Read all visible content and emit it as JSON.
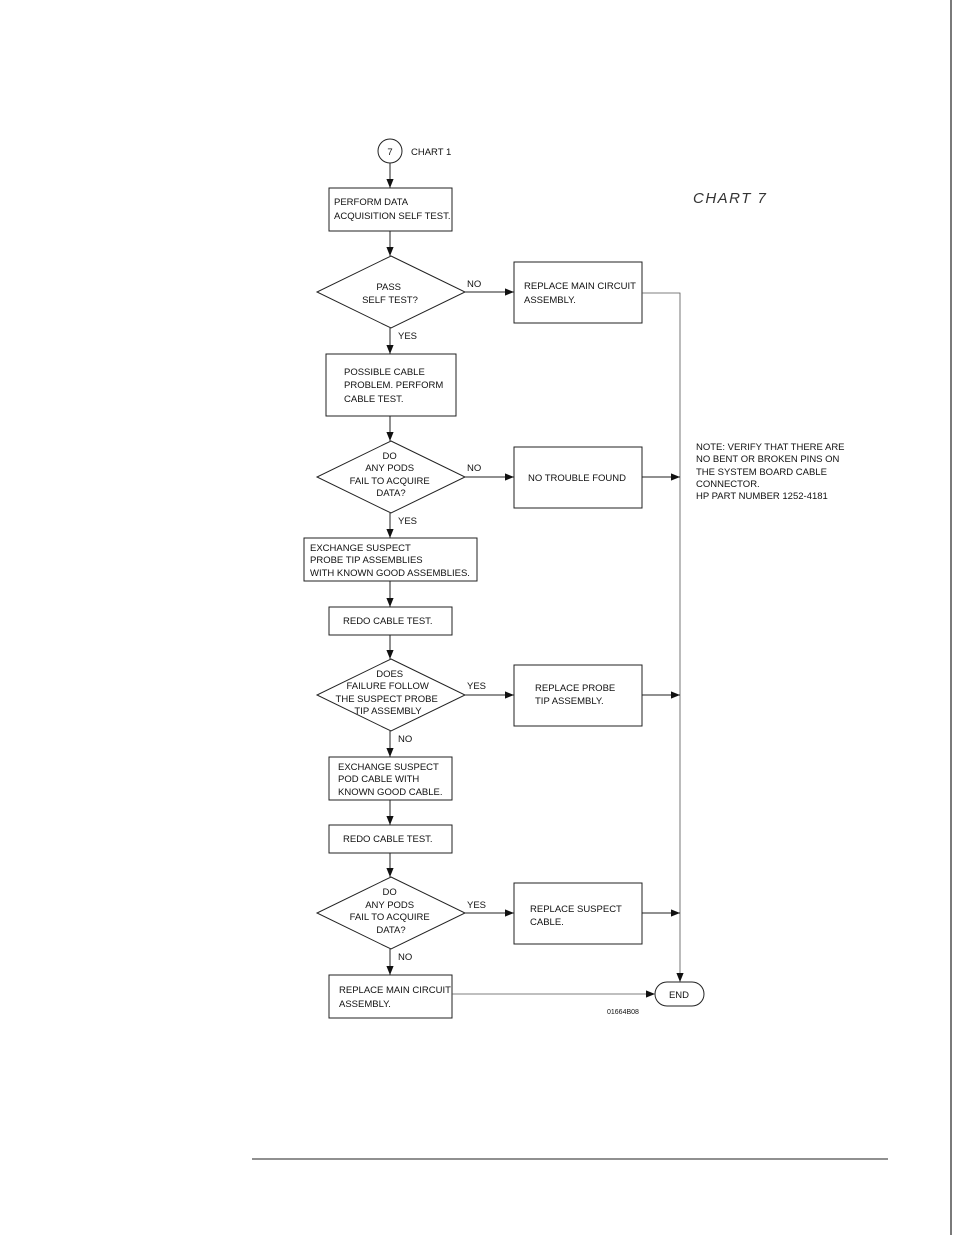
{
  "start": {
    "number": "7",
    "label": "CHART 1"
  },
  "chart_title": "CHART 7",
  "steps": {
    "perform_test": [
      "PERFORM DATA",
      "ACQUISITION SELF TEST."
    ],
    "pass_self_test": [
      "PASS",
      "SELF TEST?"
    ],
    "replace_main_1": [
      "REPLACE MAIN CIRCUIT",
      "ASSEMBLY."
    ],
    "cable_problem": [
      "POSSIBLE CABLE",
      "PROBLEM. PERFORM",
      "CABLE TEST."
    ],
    "pods_fail_1": [
      "DO",
      "ANY PODS",
      "FAIL TO ACQUIRE",
      "DATA?"
    ],
    "no_trouble": [
      "NO TROUBLE FOUND"
    ],
    "exchange_probe": [
      "EXCHANGE SUSPECT",
      "PROBE TIP ASSEMBLIES",
      "WITH KNOWN GOOD ASSEMBLIES."
    ],
    "redo_1": [
      "REDO CABLE TEST."
    ],
    "failure_follow": [
      "DOES",
      "FAILURE FOLLOW",
      "THE SUSPECT PROBE",
      "TIP ASSEMBLY"
    ],
    "replace_probe": [
      "REPLACE PROBE",
      "TIP ASSEMBLY."
    ],
    "exchange_pod": [
      "EXCHANGE SUSPECT",
      "POD CABLE WITH",
      "KNOWN GOOD CABLE."
    ],
    "redo_2": [
      "REDO CABLE TEST."
    ],
    "pods_fail_2": [
      "DO",
      "ANY PODS",
      "FAIL TO ACQUIRE",
      "DATA?"
    ],
    "replace_cable": [
      "REPLACE SUSPECT",
      "CABLE."
    ],
    "replace_main_2": [
      "REPLACE MAIN CIRCUIT",
      "ASSEMBLY."
    ],
    "end": [
      "END"
    ]
  },
  "labels": {
    "no": "NO",
    "yes": "YES"
  },
  "note": [
    "NOTE: VERIFY THAT THERE ARE",
    "NO BENT OR BROKEN PINS ON",
    "THE SYSTEM BOARD CABLE",
    "CONNECTOR.",
    "HP PART NUMBER 1252-4181"
  ],
  "figure_id": "01664B08"
}
